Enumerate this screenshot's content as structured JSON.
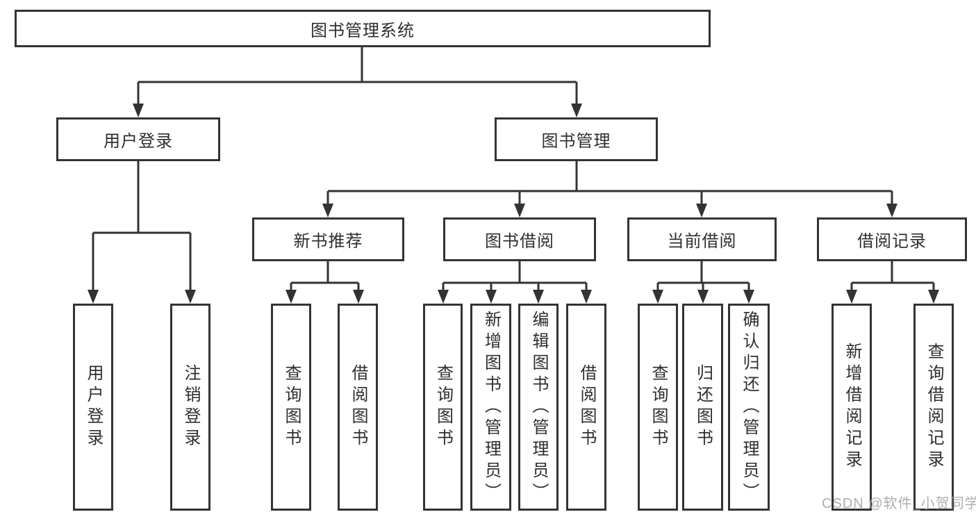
{
  "diagram": {
    "root": {
      "label": "图书管理系统"
    },
    "level2": [
      {
        "label": "用户登录"
      },
      {
        "label": "图书管理"
      }
    ],
    "level3": [
      {
        "label": "新书推荐",
        "parent": "图书管理"
      },
      {
        "label": "图书借阅",
        "parent": "图书管理"
      },
      {
        "label": "当前借阅",
        "parent": "图书管理"
      },
      {
        "label": "借阅记录",
        "parent": "图书管理"
      }
    ],
    "leaves": [
      {
        "label": "用户登录",
        "parent": "用户登录"
      },
      {
        "label": "注销登录",
        "parent": "用户登录"
      },
      {
        "label": "查询图书",
        "parent": "新书推荐"
      },
      {
        "label": "借阅图书",
        "parent": "新书推荐"
      },
      {
        "label": "查询图书",
        "parent": "图书借阅"
      },
      {
        "label": "新增图书（管理员）",
        "parent": "图书借阅"
      },
      {
        "label": "编辑图书（管理员）",
        "parent": "图书借阅"
      },
      {
        "label": "借阅图书",
        "parent": "图书借阅"
      },
      {
        "label": "查询图书",
        "parent": "当前借阅"
      },
      {
        "label": "归还图书",
        "parent": "当前借阅"
      },
      {
        "label": "确认归还（管理员）",
        "parent": "当前借阅"
      },
      {
        "label": "新增借阅记录",
        "parent": "借阅记录"
      },
      {
        "label": "查询借阅记录",
        "parent": "借阅记录"
      }
    ],
    "watermark": "CSDN @软件_小贺同学",
    "colors": {
      "line": "#333333",
      "box_border": "#333333",
      "box_fill": "#ffffff",
      "text": "#2e2e2e",
      "background": "#ffffff",
      "watermark": "#a8a5ac"
    }
  }
}
